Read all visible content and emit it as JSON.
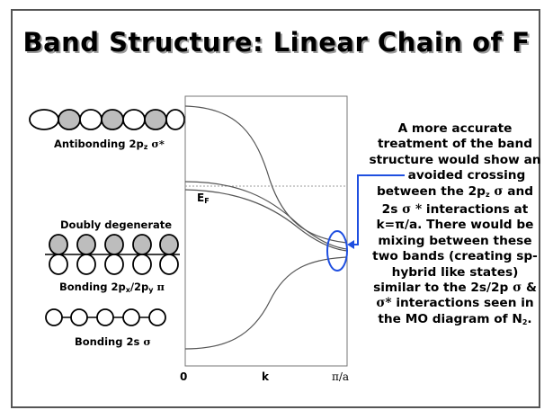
{
  "title": "Band Structure: Linear Chain of F",
  "orbitals": {
    "antibonding": {
      "prefix": "Antibonding 2p",
      "sub": "z",
      "symbol": "σ*"
    },
    "degenerate": {
      "text": "Doubly degenerate"
    },
    "pi_bonding": {
      "prefix": "Bonding 2p",
      "sub1": "x",
      "mid": "/2p",
      "sub2": "y",
      "symbol": "π"
    },
    "sigma_bonding": {
      "prefix": "Bonding 2s",
      "symbol": "σ"
    }
  },
  "band_plot": {
    "fermi_label": "E",
    "fermi_sub": "F",
    "x_start": "0",
    "x_mid": "k",
    "x_end": "π/a"
  },
  "explanation": {
    "l1": "A more accurate",
    "l2": "treatment of the band",
    "l3": "structure would show an",
    "l4": "avoided crossing",
    "l5a": "between the 2p",
    "l5sub": "z",
    "l5b": "σ",
    "l5c": "and",
    "l6a": "2s",
    "l6b": "σ *",
    "l6c": "interactions at",
    "l7": "k=π/a.  There would be",
    "l8": "mixing between these",
    "l9": "two bands (creating sp-",
    "l10": "hybrid like states)",
    "l11a": "similar to the 2s/2p",
    "l11b": "σ",
    "l11c": "&",
    "l12a": "σ*",
    "l12b": "interactions seen in",
    "l13a": "the MO diagram of N",
    "l13sub": "2",
    "l13b": "."
  },
  "colors": {
    "accent_blue": "#1f4fe0",
    "band_line": "#555555",
    "fermi_line": "#9a9a9a",
    "orbital_fill": "#bdbdbd"
  }
}
